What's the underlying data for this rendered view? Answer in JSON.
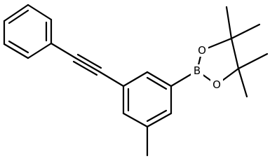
{
  "molecule": {
    "atoms": [
      {
        "id": "boron",
        "symbol": "B"
      },
      {
        "id": "oxygen-upper",
        "symbol": "O"
      },
      {
        "id": "oxygen-lower",
        "symbol": "O"
      }
    ]
  },
  "colors": {
    "bond": "#000000",
    "label": "#000000",
    "background": "#ffffff"
  }
}
